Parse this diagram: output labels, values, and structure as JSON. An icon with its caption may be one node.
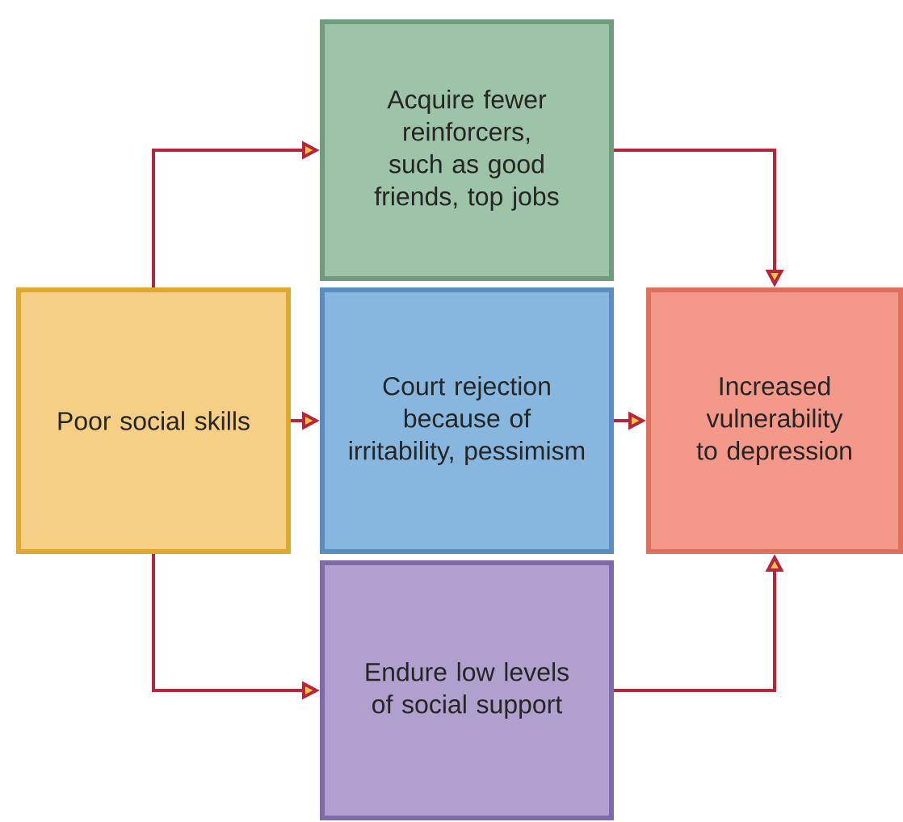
{
  "diagram": {
    "nodes": [
      {
        "text": [
          "Poor social skills"
        ]
      },
      {
        "text": [
          "Acquire fewer reinforcers, such as good friends, top jobs"
        ]
      },
      {
        "text": [
          "Court rejection because of irritability, pessimism"
        ]
      },
      {
        "text": [
          "Endure low levels of social support"
        ]
      },
      {
        "text": [
          "Increased vulnerability to depression"
        ]
      }
    ],
    "edges": [
      {
        "from": 0,
        "to": 1,
        "arrow": "to"
      },
      {
        "from": 0,
        "to": 2,
        "arrow": "to"
      },
      {
        "from": 0,
        "to": 3,
        "arrow": "to"
      },
      {
        "from": 1,
        "to": 4,
        "arrow": "to"
      },
      {
        "from": 2,
        "to": 4,
        "arrow": "to"
      },
      {
        "from": 3,
        "to": 4,
        "arrow": "to"
      }
    ]
  }
}
